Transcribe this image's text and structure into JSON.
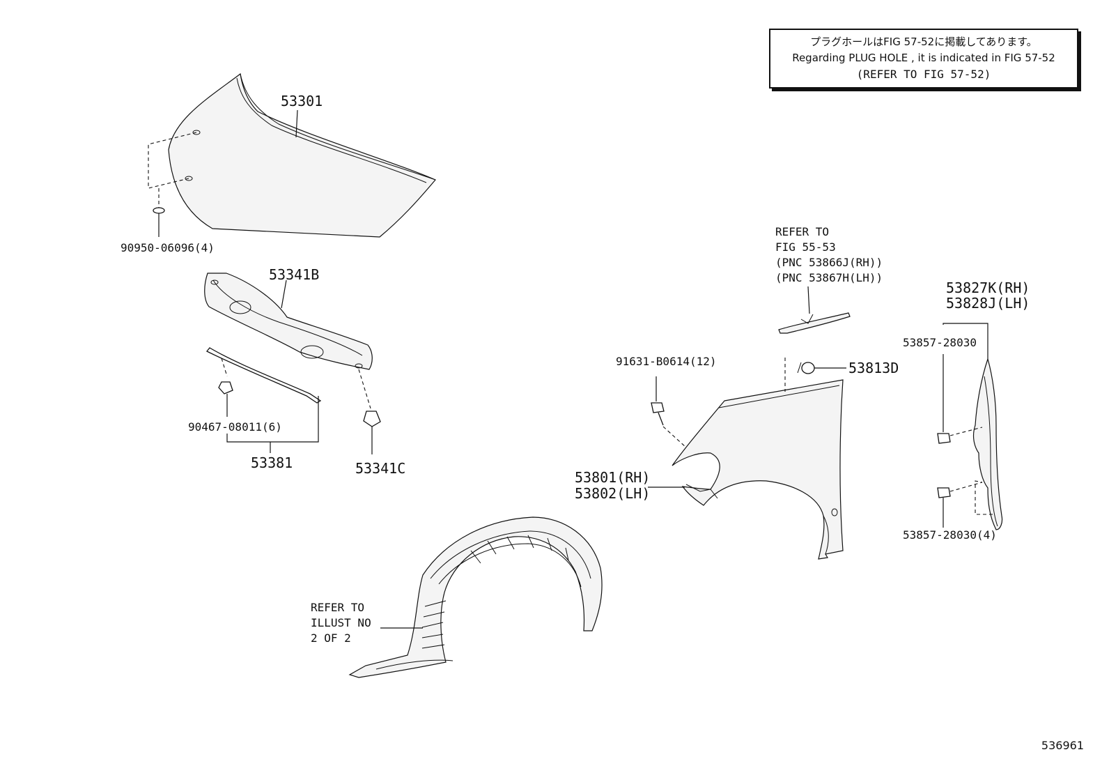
{
  "notice": {
    "line1": "プラグホールはFIG 57-52に掲載してあります。",
    "line2": "Regarding PLUG HOLE , it is indicated in FIG 57-52",
    "line3": "(REFER TO FIG 57-52)"
  },
  "parts": {
    "hood": "53301",
    "hood_clip": "90950-06096(4)",
    "insulator": "53341B",
    "insulator_clip": "53341C",
    "seal_clip": "90467-08011(6)",
    "seal": "53381",
    "fender_rh": "53801(RH)",
    "fender_lh": "53802(LH)",
    "fender_bolt": "91631-B0614(12)",
    "fender_plug": "53813D",
    "apron_seal_rh": "53827K(RH)",
    "apron_seal_lh": "53828J(LH)",
    "apron_clip_a": "53857-28030",
    "apron_clip_b": "53857-28030(4)"
  },
  "refer_fig": {
    "line1": "REFER TO",
    "line2": "FIG 55-53",
    "line3": "(PNC 53866J(RH))",
    "line4": "(PNC 53867H(LH))"
  },
  "refer_illust": {
    "line1": "REFER TO",
    "line2": "ILLUST NO",
    "line3": "2 OF 2"
  },
  "illustration_id": "536961"
}
